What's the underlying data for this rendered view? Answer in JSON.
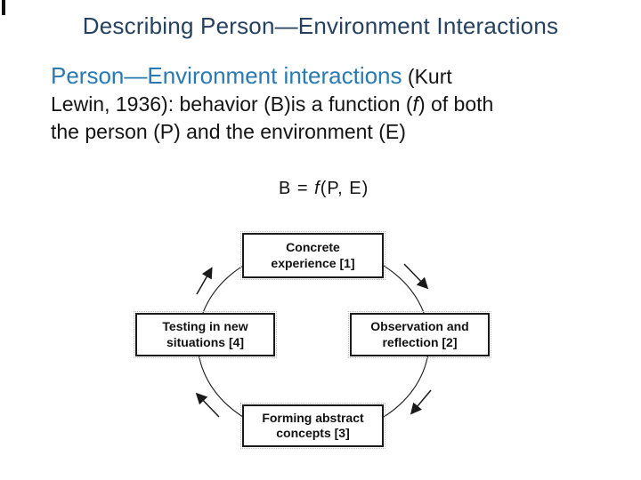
{
  "slide": {
    "title": "Describing Person—Environment Interactions",
    "body": {
      "line1_highlight": "Person—Environment interactions",
      "line1_rest": " (Kurt",
      "line2_pre": "Lewin, 1936): behavior (B)is a function (",
      "line2_f": "f",
      "line2_post": ") of both",
      "line3": "the person (P) and the environment (E)"
    },
    "formula": {
      "pre": "B = ",
      "f": "f",
      "post": "(P, E)"
    },
    "diagram": {
      "type": "cycle",
      "direction": "clockwise",
      "nodes": [
        {
          "id": "concrete-experience",
          "line1": "Concrete",
          "line2": "experience [1]"
        },
        {
          "id": "observation-reflection",
          "line1": "Observation and",
          "line2": "reflection [2]"
        },
        {
          "id": "forming-abstract-concepts",
          "line1": "Forming abstract",
          "line2": "concepts [3]"
        },
        {
          "id": "testing-new-situations",
          "line1": "Testing in new",
          "line2": "situations [4]"
        }
      ]
    },
    "colors": {
      "title": "#25415f",
      "highlight": "#2979b3",
      "body_text": "#141414",
      "diagram_line": "#1a1a1a"
    }
  }
}
